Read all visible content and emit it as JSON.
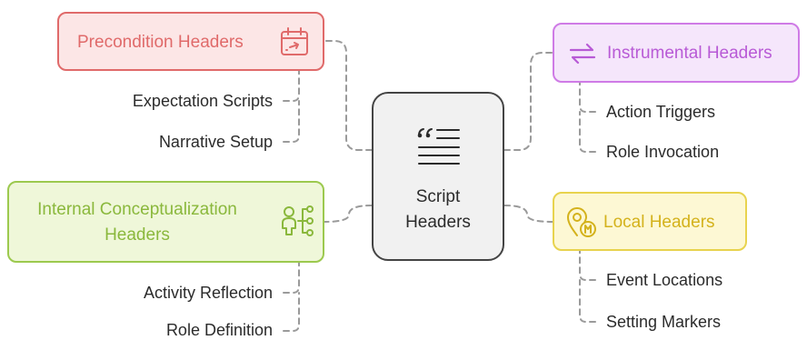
{
  "center": {
    "title_line1": "Script",
    "title_line2": "Headers",
    "icon": "quote-lines-icon"
  },
  "branches": {
    "precondition": {
      "title": "Precondition Headers",
      "icon": "calendar-check-icon",
      "color": "#e06a6a",
      "items": [
        "Expectation Scripts",
        "Narrative Setup"
      ]
    },
    "instrumental": {
      "title": "Instrumental Headers",
      "icon": "swap-arrows-icon",
      "color": "#b85ad6",
      "items": [
        "Action Triggers",
        "Role Invocation"
      ]
    },
    "internal": {
      "title_line1": "Internal Conceptualization",
      "title_line2": "Headers",
      "icon": "person-network-icon",
      "color": "#8ab83c",
      "items": [
        "Activity Reflection",
        "Role Definition"
      ]
    },
    "local": {
      "title": "Local Headers",
      "icon": "location-pin-icon",
      "color": "#d4b21c",
      "items": [
        "Event Locations",
        "Setting Markers"
      ]
    }
  }
}
